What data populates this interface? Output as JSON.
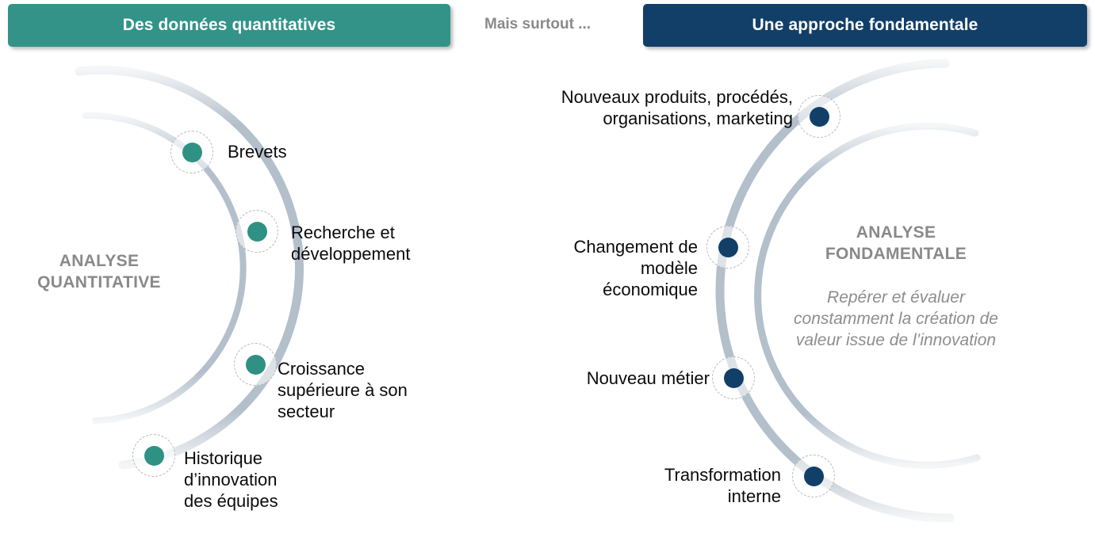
{
  "header": {
    "left_banner": {
      "label": "Des données quantitatives",
      "color": "#339388"
    },
    "connector": {
      "label": "Mais surtout ...",
      "color": "#8a8a8a"
    },
    "right_banner": {
      "label": "Une approche fondamentale",
      "color": "#123f68"
    }
  },
  "quantitative": {
    "center_title": "ANALYSE\nQUANTITATIVE",
    "accent_color": "#2e9183",
    "arc_color": "#b3bfcb",
    "nodes": [
      {
        "label": "Brevets"
      },
      {
        "label": "Recherche et\ndéveloppement"
      },
      {
        "label": "Croissance\nsupérieure à son\nsecteur"
      },
      {
        "label": "Historique\nd’innovation\ndes équipes"
      }
    ]
  },
  "fundamental": {
    "center_title": "ANALYSE\nFONDAMENTALE",
    "center_subtitle": "Repérer et évaluer\nconstamment la création de\nvaleur issue de l’innovation",
    "accent_color": "#123f68",
    "arc_color": "#b3bfcb",
    "nodes": [
      {
        "label": "Nouveaux produits, procédés,\norganisations, marketing"
      },
      {
        "label": "Changement de\nmodèle\néconomique"
      },
      {
        "label": "Nouveau métier"
      },
      {
        "label": "Transformation\ninterne"
      }
    ]
  }
}
